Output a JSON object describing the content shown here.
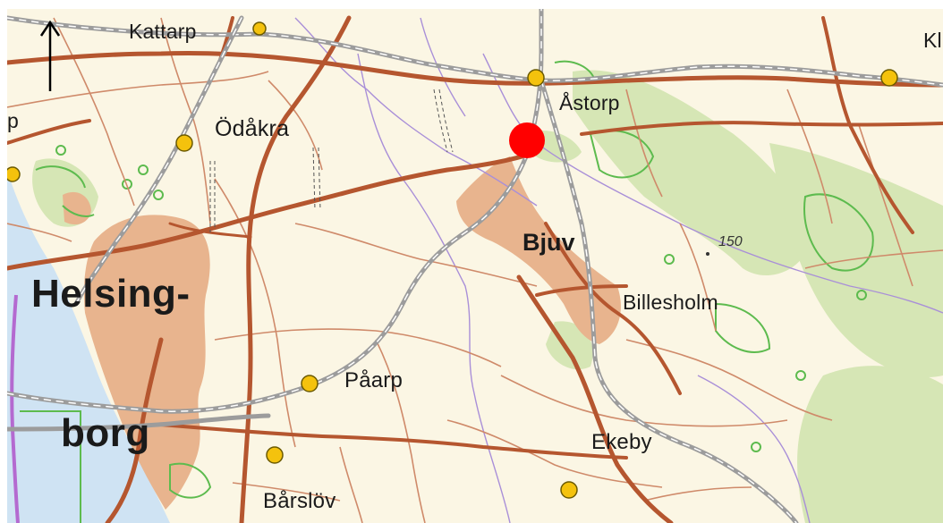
{
  "map": {
    "labels": {
      "kattarp": "Kattarp",
      "astorp": "Åstorp",
      "odakra": "Ödåkra",
      "bjuv": "Bjuv",
      "billesholm": "Billesholm",
      "helsingborg_line1": "Helsing-",
      "helsingborg_line2": "borg",
      "paarp": "Påarp",
      "ekeby": "Ekeby",
      "barslov": "Bårslöv",
      "edge_right": "Kl",
      "edge_left": "p",
      "elevation": "150"
    },
    "north_arrow_icon": "north-arrow-icon",
    "marker_icon": "red-location-marker-icon",
    "colors": {
      "land": "#fbf6e4",
      "sea": "#cfe3f3",
      "urban": "#e8b48e",
      "forest": "#d6e6b5",
      "road": "#b5562f",
      "minor_road": "#cf8a6a",
      "railway": "#9c9c9c",
      "boundary": "#a98fd8",
      "reserve": "#5dbb4e",
      "station": "#f4c20d",
      "marker": "#ff0000"
    }
  }
}
